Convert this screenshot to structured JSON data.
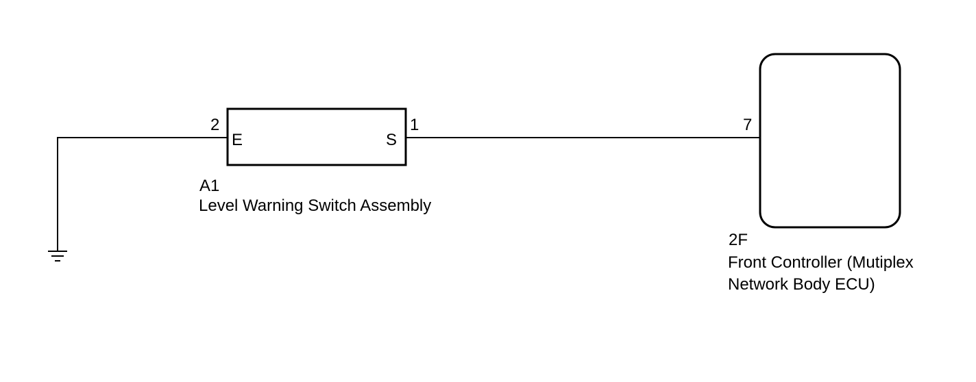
{
  "colors": {
    "background": "#ffffff",
    "line": "#000000",
    "text": "#000000"
  },
  "ground": {
    "icon": "ground-symbol-icon"
  },
  "switch": {
    "code": "A1",
    "name": "Level Warning Switch Assembly",
    "pin_left_number": "2",
    "pin_left_label": "E",
    "pin_right_number": "1",
    "pin_right_label": "S"
  },
  "ecu": {
    "code": "2F",
    "name_line1": "Front Controller (Mutiplex",
    "name_line2": "Network Body ECU)",
    "pin_number": "7"
  }
}
